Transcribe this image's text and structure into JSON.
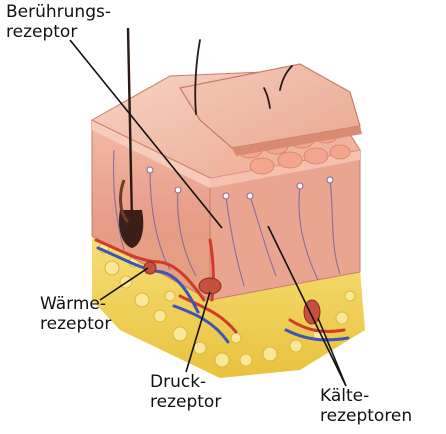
{
  "labels": {
    "touch": {
      "line1": "Berührungs-",
      "line2": "rezeptor"
    },
    "warmth": {
      "line1": "Wärme-",
      "line2": "rezeptor"
    },
    "pressure": {
      "line1": "Druck-",
      "line2": "rezeptor"
    },
    "cold": {
      "line1": "Kälte-",
      "line2": "rezeptoren"
    }
  },
  "colors": {
    "epidermis": "#f0b7a3",
    "dermis": "#e9a08c",
    "fat": "#f2d45a",
    "artery": "#d23a2a",
    "vein": "#3b56b5",
    "hair": "#2a1a14"
  }
}
